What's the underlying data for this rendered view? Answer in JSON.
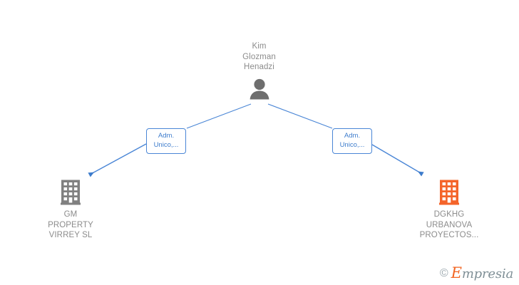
{
  "graph": {
    "background_color": "#ffffff",
    "edge_color": "#3d7ccc",
    "person": {
      "name": "Kim\nGlozman\nHenadzi",
      "icon": "person-silhouette-icon",
      "icon_color": "#6e6e6e",
      "text_color": "#8c8c8c"
    },
    "relations": [
      {
        "label": "Adm.\nUnico,...",
        "side": "left",
        "border_color": "#4a86d6",
        "text_color": "#3d7ccc"
      },
      {
        "label": "Adm.\nUnico,...",
        "side": "right",
        "border_color": "#4a86d6",
        "text_color": "#3d7ccc"
      }
    ],
    "companies": [
      {
        "name": "GM\nPROPERTY\nVIRREY  SL",
        "icon": "building-icon",
        "icon_color": "#808080",
        "text_color": "#8c8c8c",
        "side": "left"
      },
      {
        "name": "DGKHG\nURBANOVA\nPROYECTOS...",
        "icon": "building-icon",
        "icon_color": "#f4642a",
        "text_color": "#8c8c8c",
        "side": "right"
      }
    ]
  },
  "watermark": {
    "copyright_symbol": "©",
    "brand_initial": "E",
    "brand_rest": "mpresia",
    "initial_color": "#f26522",
    "rest_color": "#7f8f96"
  }
}
